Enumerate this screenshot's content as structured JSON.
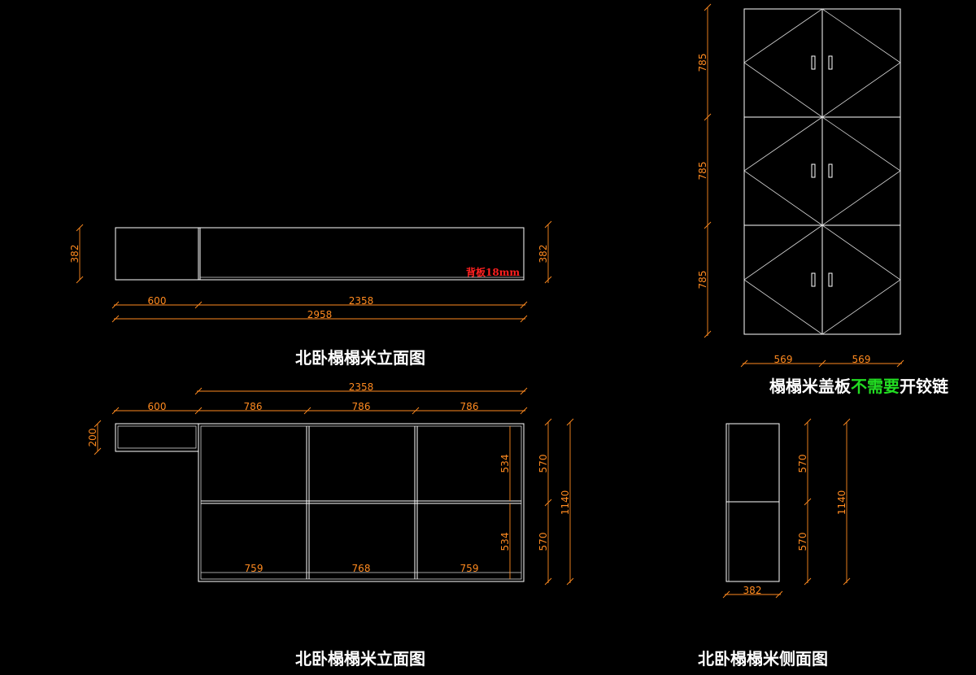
{
  "titles": {
    "top_elevation": "北卧榻榻米立面图",
    "bottom_elevation": "北卧榻榻米立面图",
    "side_view": "北卧榻榻米侧面图"
  },
  "note": {
    "part1": "榻榻米盖板",
    "part2": "不需要",
    "part3": "开铰链",
    "back_panel": "背板18mm"
  },
  "colors": {
    "background": "#000000",
    "lines": "#ffffff",
    "dimensions": "#ff8a1f",
    "highlight_green": "#22dd22",
    "highlight_red": "#ff2020"
  },
  "dimensions": {
    "top_elev": {
      "height_left": "382",
      "height_right": "382",
      "left_width": "600",
      "right_width": "2358",
      "total_width": "2958"
    },
    "bottom_elev": {
      "overall": "2358",
      "left": "600",
      "bay1": "786",
      "bay2": "786",
      "bay3": "786",
      "shelf_h": "200",
      "inner_top": "534",
      "inner_bottom": "534",
      "row_top": "570",
      "row_bottom": "570",
      "total_h": "1140",
      "base1": "759",
      "base2": "768",
      "base3": "759"
    },
    "lid_view": {
      "h1": "785",
      "h2": "785",
      "h3": "785",
      "w1": "569",
      "w2": "569"
    },
    "side_view": {
      "row_top": "570",
      "row_bottom": "570",
      "total_h": "1140",
      "depth": "382"
    }
  }
}
